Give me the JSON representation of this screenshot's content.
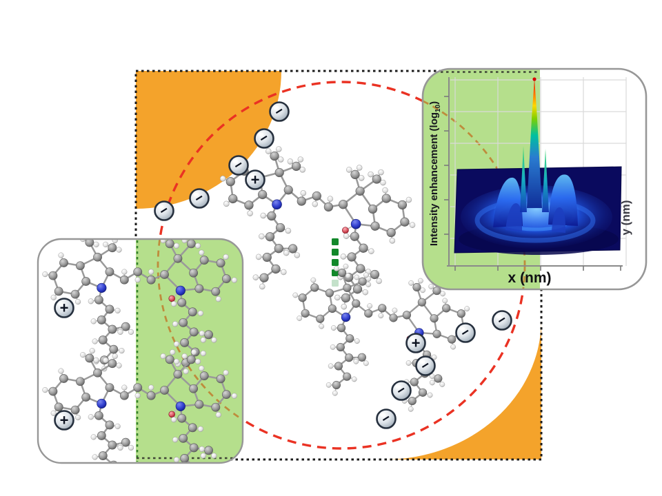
{
  "surface_plot": {
    "ylabel_main": "Intensity enhancement (log",
    "ylabel_sub": "10",
    "ylabel_close": ")",
    "xlabel": "x (nm)",
    "ylabel_right": "y (nm)"
  },
  "ions": {
    "minus_glyph": "−",
    "plus_glyph": "+",
    "minus_count": 10,
    "plus_count": 4
  },
  "colors": {
    "nanoparticle_orange": "#F4A32B",
    "inset_overlap_green": "#B5DF8C",
    "hotspot_circle_red": "#EA3223",
    "circle_in_green_tan": "#BE8C3C",
    "dimer_bond_green": "#12882A",
    "surface_base_navy": "#0A0A5E",
    "nitrogen_blue": "#2433C0",
    "oxygen_red": "#D04048",
    "carbon_gray": "#8E8E8E",
    "hydrogen_light": "#E9E9E9"
  },
  "chart_data": {
    "type": "area",
    "title": "",
    "xlabel": "x (nm)",
    "ylabel": "Intensity enhancement (log10)",
    "y2label": "y (nm)",
    "axis_tick_labels_visible": false,
    "grid": true,
    "surface_shape": "flat navy plateau with circular blue ridge and a sharp rainbow central hotspot spike",
    "colormap": "jet (navy base, blue ring, cyan-green flanks, yellow-orange, red peak)",
    "center_cut_x_normalized": [
      -1,
      -0.8,
      -0.6,
      -0.45,
      -0.35,
      -0.25,
      -0.15,
      -0.08,
      0,
      0.08,
      0.15,
      0.25,
      0.35,
      0.45,
      0.6,
      0.8,
      1
    ],
    "center_cut_enhancement_normalized": [
      0.02,
      0.04,
      0.08,
      0.18,
      0.35,
      0.5,
      0.42,
      0.55,
      1.0,
      0.55,
      0.42,
      0.5,
      0.35,
      0.18,
      0.08,
      0.04,
      0.02
    ]
  }
}
